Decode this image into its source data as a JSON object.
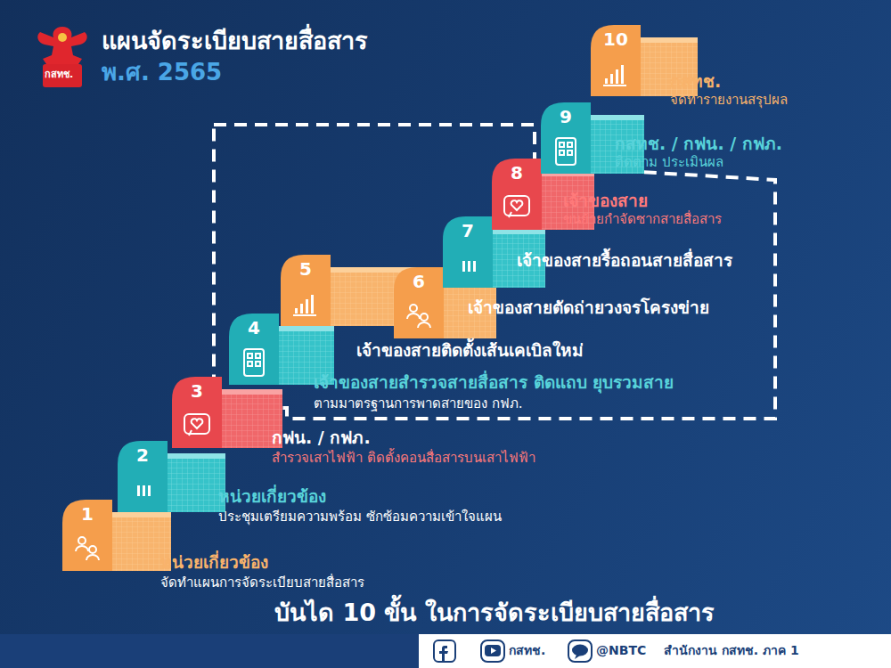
{
  "diagram": {
    "title": "แผนจัดระเบียบสายสื่อสาร",
    "caption": "บันได 10 ขั้น ในการจัดระเบียบสายสื่อสาร",
    "nodes": [
      {
        "text": [
          "1",
          "หน่วยเกี่ยวข้อง",
          "จัดทำแผนการจัดระเบียบสายสื่อสาร"
        ]
      },
      {
        "text": [
          "2",
          "หน่วยเกี่ยวข้อง",
          "ประชุมเตรียมความพร้อม ซักซ้อมความเข้าใจแผน"
        ]
      },
      {
        "text": [
          "3",
          "กฟน. / กฟภ.",
          "สำรวจเสาไฟฟ้า ติดตั้งคอนสื่อสารบนเสาไฟฟ้า"
        ]
      },
      {
        "text": [
          "4",
          "เจ้าของสายสำรวจสายสื่อสาร ติดแถบ ยุบรวมสาย",
          "ตามมาตรฐานการพาดสายของ กฟภ."
        ]
      },
      {
        "text": [
          "5",
          "เจ้าของสายติดตั้งเส้นเคเบิลใหม่"
        ]
      },
      {
        "text": [
          "6",
          "เจ้าของสายตัดถ่ายวงจรโครงข่าย"
        ]
      },
      {
        "text": [
          "7",
          "เจ้าของสายรื้อถอนสายสื่อสาร"
        ]
      },
      {
        "text": [
          "8",
          "เจ้าของสาย",
          "ขนย้ายกำจัดซากสายสื่อสาร"
        ]
      },
      {
        "text": [
          "9",
          "กสทช. / กฟน. / กฟภ.",
          "ติดตาม ประเมินผล"
        ]
      },
      {
        "text": [
          "10",
          "กสทช.",
          "จัดทำรายงานสรุปผล"
        ]
      }
    ],
    "labels": [
      "พ.ศ. 2565",
      "กสทช.",
      "กสทช.",
      "@NBTC",
      "สำนักงาน กสทช. ภาค 1"
    ]
  }
}
